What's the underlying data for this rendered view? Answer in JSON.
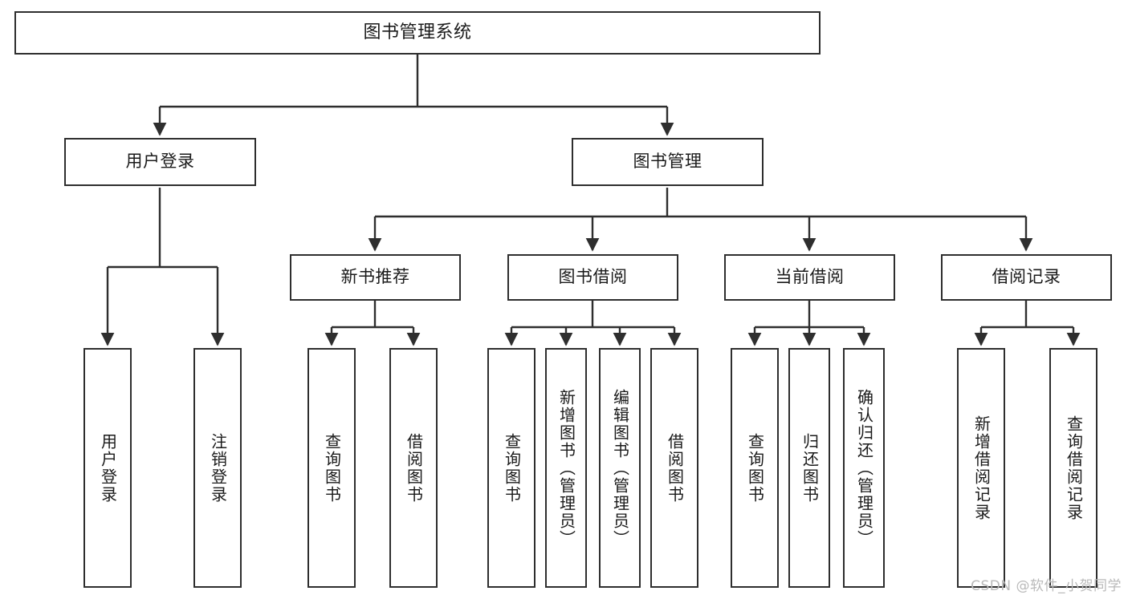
{
  "diagram": {
    "title": "图书管理系统",
    "type": "tree-hierarchy",
    "watermark": "CSDN @软件_小贺同学",
    "colors": {
      "background": "#ffffff",
      "border": "#2e2e2e",
      "text": "#1a1a1a",
      "edge": "#2e2e2e",
      "watermark": "#b9b9b9"
    },
    "nodes": {
      "root": {
        "label": "图书管理系统"
      },
      "level2": [
        {
          "label": "用户登录"
        },
        {
          "label": "图书管理"
        }
      ],
      "level3": [
        {
          "label": "新书推荐"
        },
        {
          "label": "图书借阅"
        },
        {
          "label": "当前借阅"
        },
        {
          "label": "借阅记录"
        }
      ],
      "leaves": {
        "user_login": [
          {
            "label": "用户登录"
          },
          {
            "label": "注销登录"
          }
        ],
        "new_book_recommend": [
          {
            "label": "查询图书"
          },
          {
            "label": "借阅图书"
          }
        ],
        "book_borrow": [
          {
            "label": "查询图书"
          },
          {
            "label": "新增图书（管理员）"
          },
          {
            "label": "编辑图书（管理员）"
          },
          {
            "label": "借阅图书"
          }
        ],
        "current_borrow": [
          {
            "label": "查询图书"
          },
          {
            "label": "归还图书"
          },
          {
            "label": "确认归还（管理员）"
          }
        ],
        "borrow_record": [
          {
            "label": "新增借阅记录"
          },
          {
            "label": "查询借阅记录"
          }
        ]
      }
    }
  }
}
